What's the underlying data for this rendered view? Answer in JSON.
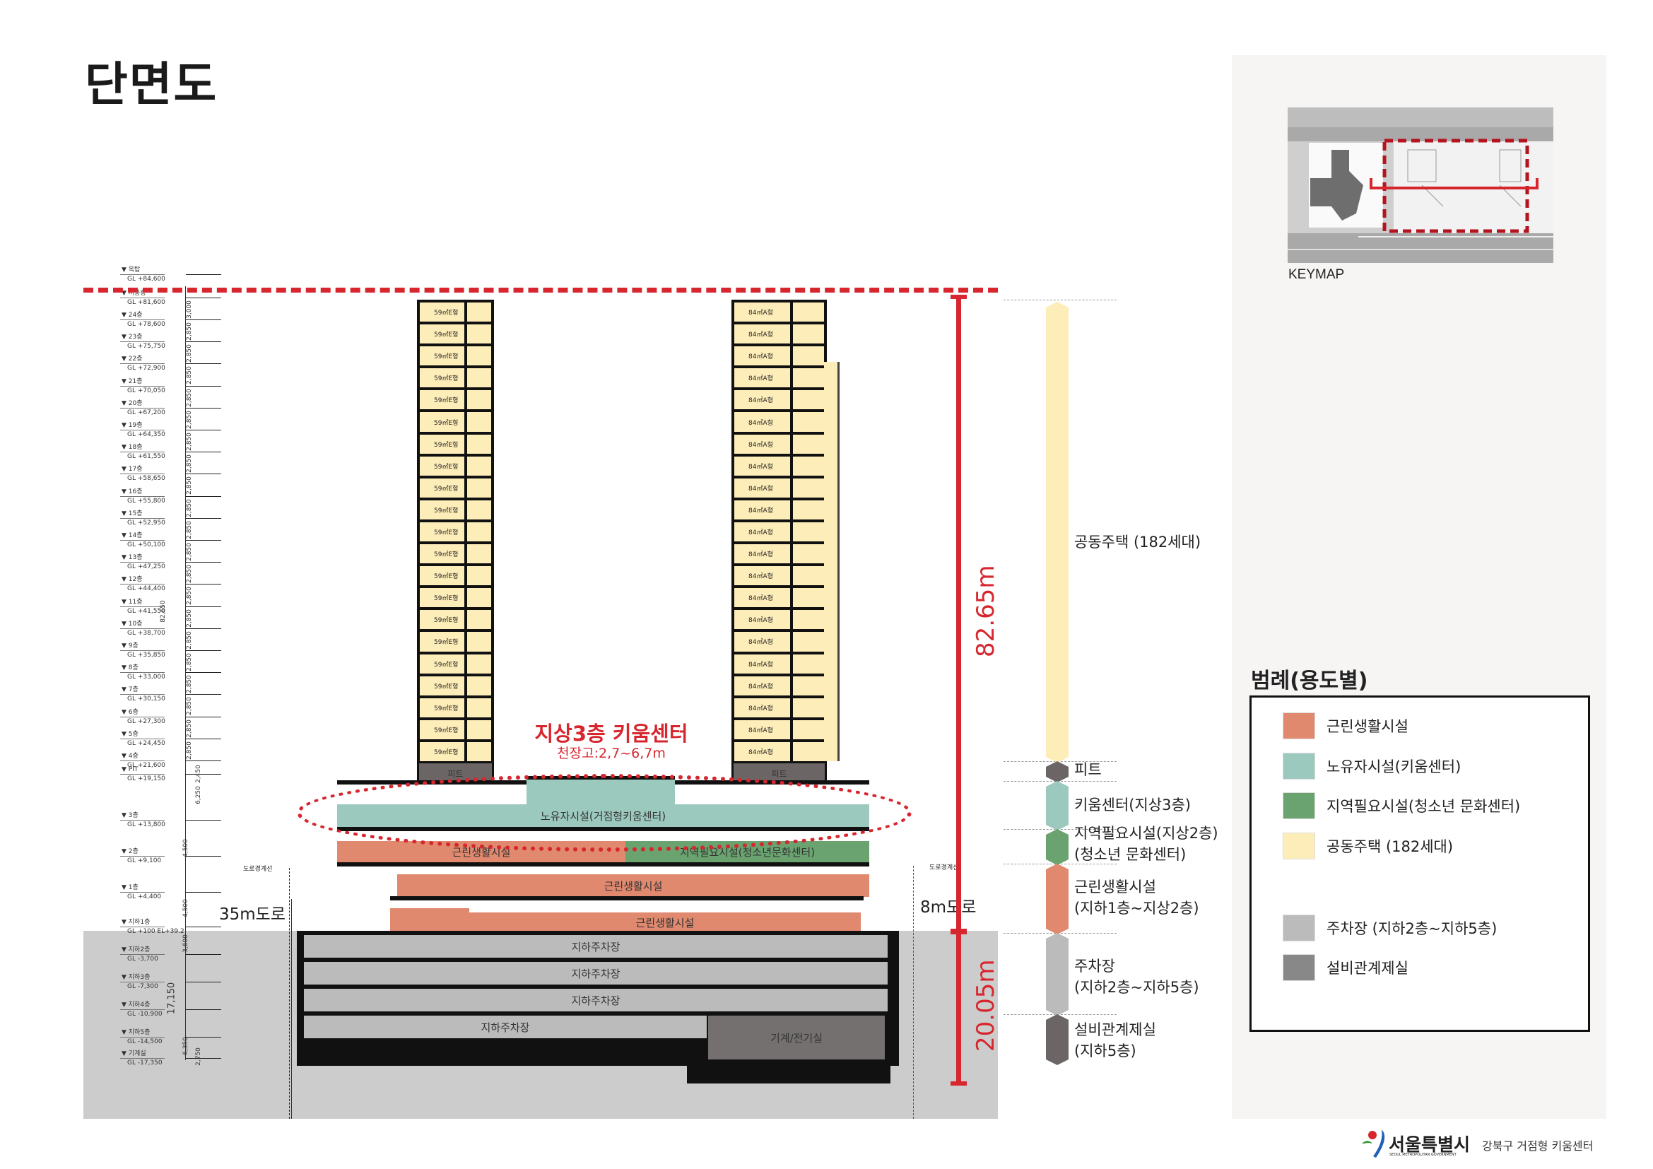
{
  "title": "단면도",
  "keymap": {
    "label": "KEYMAP"
  },
  "legend": {
    "title": "범례(용도별)",
    "items": [
      {
        "label": "근린생활시설",
        "color": "#e0896e"
      },
      {
        "label": "노유자시설(키움센터)",
        "color": "#9cc9bd"
      },
      {
        "label": "지역필요시설(청소년 문화센터)",
        "color": "#6aa36f"
      },
      {
        "label": "공동주택 (182세대)",
        "color": "#fdedb8"
      },
      {
        "label": "주차장 (지하2층~지하5층)",
        "color": "#bbbbbb"
      },
      {
        "label": "설비관계제실",
        "color": "#888888"
      }
    ]
  },
  "levels": [
    {
      "name": "옥탑",
      "gl": "GL +84,600"
    },
    {
      "name": "지붕층",
      "gl": "GL +81,600"
    },
    {
      "name": "24층",
      "gl": "GL +78,600"
    },
    {
      "name": "23층",
      "gl": "GL +75,750"
    },
    {
      "name": "22층",
      "gl": "GL +72,900"
    },
    {
      "name": "21층",
      "gl": "GL +70,050"
    },
    {
      "name": "20층",
      "gl": "GL +67,200"
    },
    {
      "name": "19층",
      "gl": "GL +64,350"
    },
    {
      "name": "18층",
      "gl": "GL +61,550"
    },
    {
      "name": "17층",
      "gl": "GL +58,650"
    },
    {
      "name": "16층",
      "gl": "GL +55,800"
    },
    {
      "name": "15층",
      "gl": "GL +52,950"
    },
    {
      "name": "14층",
      "gl": "GL +50,100"
    },
    {
      "name": "13층",
      "gl": "GL +47,250"
    },
    {
      "name": "12층",
      "gl": "GL +44,400"
    },
    {
      "name": "11층",
      "gl": "GL +41,550"
    },
    {
      "name": "10층",
      "gl": "GL +38,700"
    },
    {
      "name": "9층",
      "gl": "GL +35,850"
    },
    {
      "name": "8층",
      "gl": "GL +33,000"
    },
    {
      "name": "7층",
      "gl": "GL +30,150"
    },
    {
      "name": "6층",
      "gl": "GL +27,300"
    },
    {
      "name": "5층",
      "gl": "GL +24,450"
    },
    {
      "name": "4층",
      "gl": "GL +21,600"
    },
    {
      "name": "PIT",
      "gl": "GL +19,150"
    },
    {
      "name": "3층",
      "gl": "GL +13,800"
    },
    {
      "name": "2층",
      "gl": "GL +9,100"
    },
    {
      "name": "1층",
      "gl": "GL +4,400"
    },
    {
      "name": "지하1층",
      "gl": "GL +100  EL+39.2"
    },
    {
      "name": "지하2층",
      "gl": "GL -3,700"
    },
    {
      "name": "지하3층",
      "gl": "GL -7,300"
    },
    {
      "name": "지하4층",
      "gl": "GL -10,900"
    },
    {
      "name": "지하5층",
      "gl": "GL -14,500"
    },
    {
      "name": "기계실",
      "gl": "GL -17,350"
    }
  ],
  "dims": {
    "typical": "2,850",
    "top": "3,000",
    "total_above": "82,650",
    "total_below": "17,150",
    "d6250": "6,250",
    "d2450": "2,450",
    "d4500": "4,500",
    "d3600": "3,600",
    "d6350": "6,350",
    "d2750": "2,750"
  },
  "towers": {
    "left_unit": "59㎡E형",
    "right_unit": "84㎡A형",
    "rows": 21,
    "pit": "피트"
  },
  "podium": {
    "f3": "노유자시설(거점형키움센터)",
    "f2_left": "근린생활시설",
    "f2_right": "지역필요시설(청소년문화센터)",
    "f1": "근린생활시설",
    "b1": "근린생활시설",
    "parking": "지하주차장",
    "machine": "기계/전기실"
  },
  "roads": {
    "left": "35m도로",
    "right": "8m도로",
    "boundary": "도로경계선"
  },
  "callout": {
    "title": "지상3층 키움센터",
    "sub": "천장고:2,7~6,7m"
  },
  "heights": {
    "above": "82.65m",
    "below": "20.05m"
  },
  "zones": [
    {
      "label": "공동주택 (182세대)"
    },
    {
      "label": "피트"
    },
    {
      "label": "키움센터(지상3층)"
    },
    {
      "label": "지역필요시설(지상2층)\n(청소년 문화센터)"
    },
    {
      "label": "근린생활시설\n(지하1층~지상2층)"
    },
    {
      "label": "주차장\n(지하2층~지하5층)"
    },
    {
      "label": "설비관계제실\n(지하5층)"
    }
  ],
  "footer": {
    "logo": "서울특별시",
    "logo_sub": "SEOUL METROPOLITAN GOVERNMENT",
    "project": "강북구 거점형 키움센터"
  }
}
